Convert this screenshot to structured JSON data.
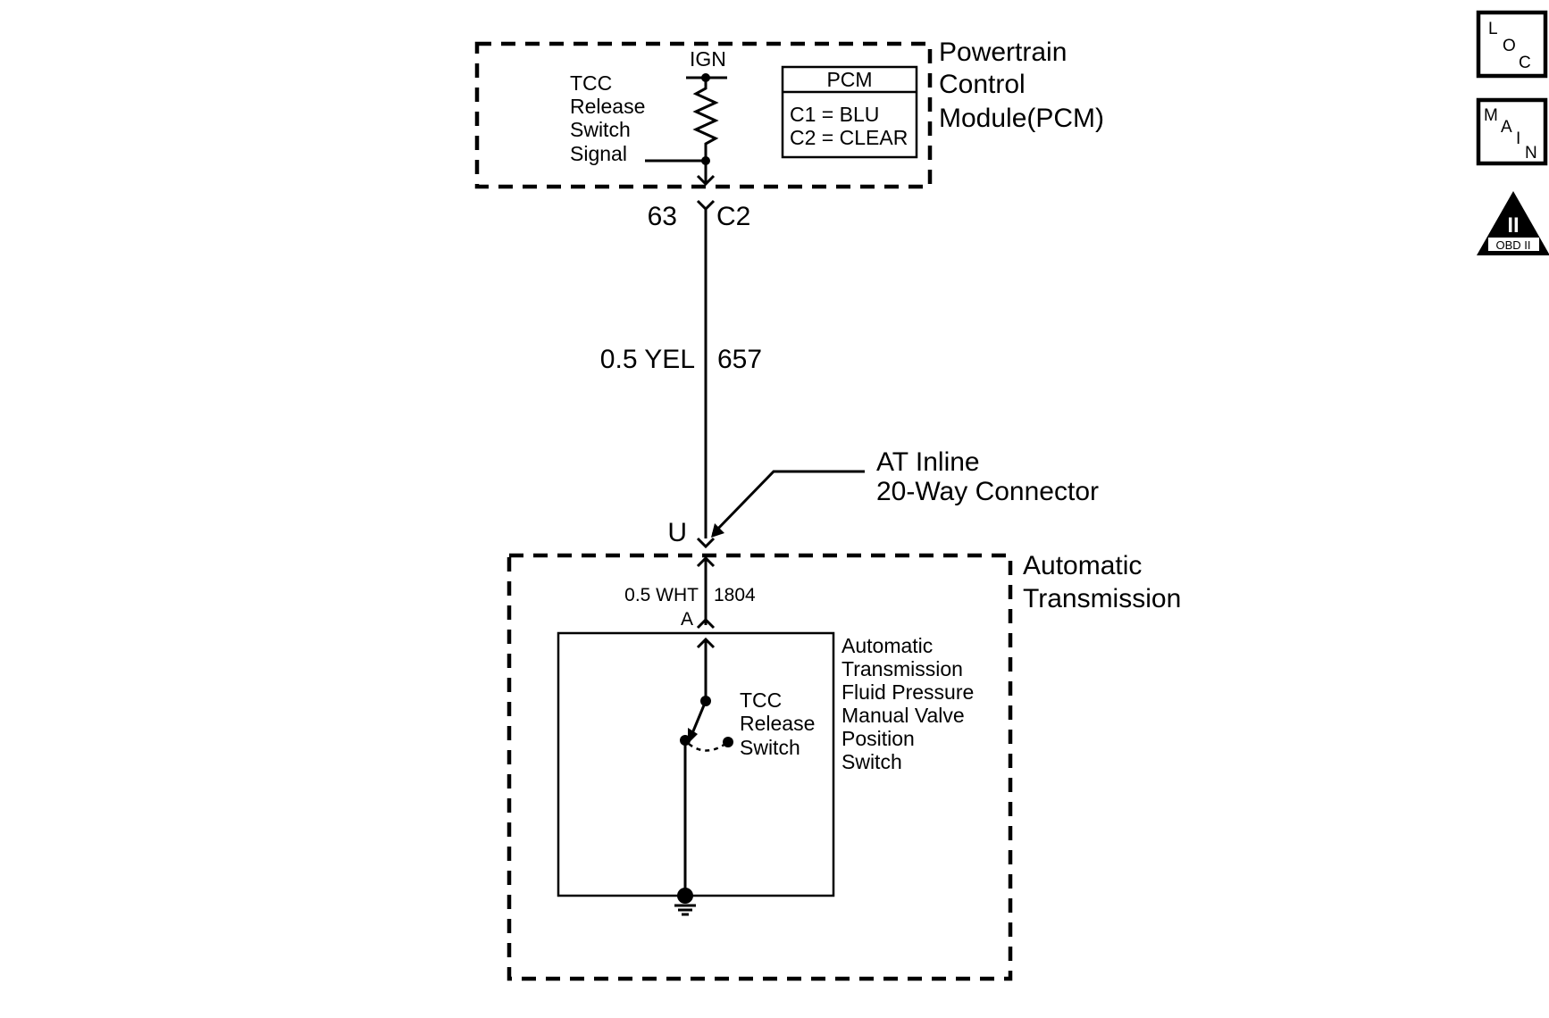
{
  "pcm": {
    "title_lines": [
      "Powertrain",
      "Control",
      "Module(PCM)"
    ],
    "signal_lines": [
      "TCC",
      "Release",
      "Switch",
      "Signal"
    ],
    "ign": "IGN",
    "conn_box": {
      "header": "PCM",
      "rows": [
        "C1 = BLU",
        "C2 = CLEAR"
      ]
    },
    "pin": "63",
    "connector": "C2"
  },
  "wire": {
    "gauge_color": "0.5 YEL",
    "circuit": "657"
  },
  "inline_connector": {
    "label_lines": [
      "AT Inline",
      "20-Way Connector"
    ],
    "pin": "U"
  },
  "transmission": {
    "title_lines": [
      "Automatic",
      "Transmission"
    ],
    "wire_gauge_color": "0.5 WHT",
    "wire_circuit": "1804",
    "pin": "A",
    "switch_assembly_lines": [
      "Automatic",
      "Transmission",
      "Fluid Pressure",
      "Manual Valve",
      "Position",
      "Switch"
    ],
    "switch_lines": [
      "TCC",
      "Release",
      "Switch"
    ]
  },
  "side_icons": {
    "loc": [
      "L",
      "O",
      "C"
    ],
    "main": [
      "M",
      "A",
      "I",
      "N"
    ],
    "obd": {
      "numeral": "II",
      "label": "OBD II"
    }
  }
}
